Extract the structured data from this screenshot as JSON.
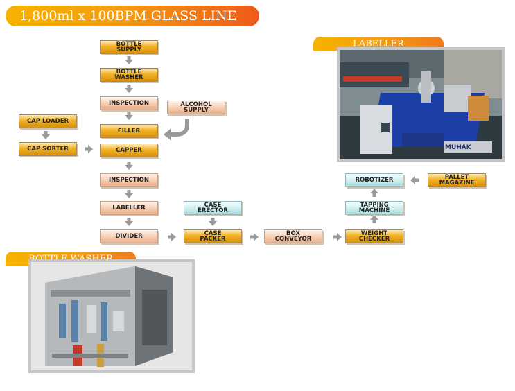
{
  "title": "1,800ml x 100BPM GLASS LINE",
  "sections": {
    "labeller": "LABELLER",
    "bottle_washer": "BOTTLE WASHER"
  },
  "steps": {
    "bottle_supply": "BOTTLE\nSUPPLY",
    "bottle_washer": "BOTTLE\nWASHER",
    "inspection_1": "INSPECTION",
    "alcohol_supply": "ALCOHOL\nSUPPLY",
    "cap_loader": "CAP LOADER",
    "filler": "FILLER",
    "cap_sorter": "CAP SORTER",
    "capper": "CAPPER",
    "inspection_2": "INSPECTION",
    "labeller": "LABELLER",
    "case_erector": "CASE\nERECTOR",
    "divider": "DIVIDER",
    "case_packer": "CASE\nPACKER",
    "box_conveyor": "BOX\nCONVEYOR",
    "weight_checker": "WEIGHT\nCHECKER",
    "tapping_machine": "TAPPING\nMACHINE",
    "robotizer": "ROBOTIZER",
    "pallet_magazine": "PALLET\nMAGAZINE"
  },
  "photo_text": {
    "machine_brand": "MUHAK"
  },
  "colors": {
    "title_gradient": [
      "#f6b300",
      "#ef5a1a"
    ],
    "box_gold": "#f2b227",
    "box_peach": "#f6ccb0",
    "box_cyan": "#cfeff0",
    "arrow": "#9a9a9a"
  }
}
